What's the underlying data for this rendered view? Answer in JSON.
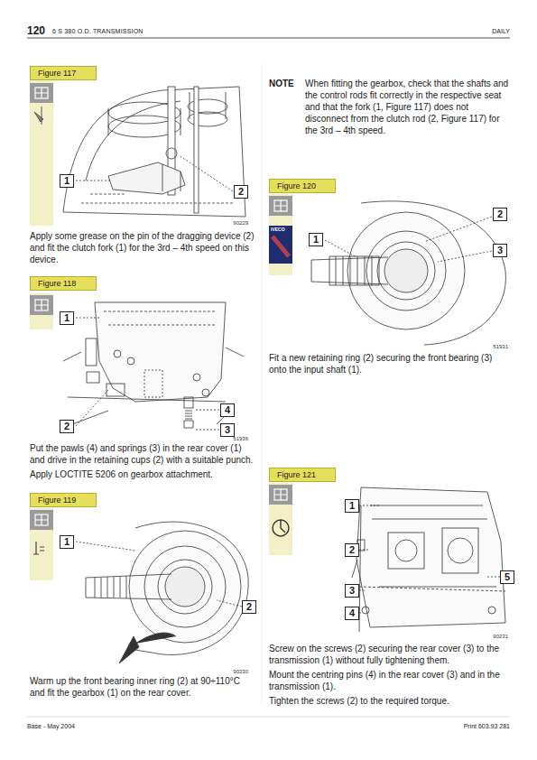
{
  "diagram": {
    "nodes": [
      {
        "text": [
          "Figure 117"
        ]
      },
      {
        "text": [
          "Figure 118"
        ]
      },
      {
        "text": [
          "Figure 119"
        ]
      },
      {
        "text": [
          "Figure 120"
        ]
      },
      {
        "text": [
          "Figure 121"
        ]
      }
    ],
    "labels": [
      "120",
      "6 S 380 O.D. TRANSMISSION",
      "DAILY",
      "1",
      "2",
      "90229",
      "Apply some grease on the pin of the dragging device (2) and fit the clutch fork (1) for the 3rd – 4th speed on this device.",
      "1",
      "2",
      "3",
      "4",
      "51936",
      "Put the pawls (4) and springs (3) in the rear cover (1) and drive in the retaining cups (2) with a suitable punch.",
      "Apply LOCTITE 5206 on gearbox attachment.",
      "1",
      "2",
      "90230",
      "Warm up the front bearing inner ring (2) at 90÷110°C and fit the gearbox (1) on the rear cover.",
      "NOTE",
      "When fitting the gearbox, check that the shafts and the control rods fit correctly in the respective seat and that the fork (1, Figure 117) does not disconnect from the clutch rod (2, Figure 117) for the 3rd – 4th speed.",
      "IVECO",
      "2",
      "1",
      "3",
      "51931",
      "Fit a new retaining ring (2) securing the front bearing (3) onto the input shaft (1).",
      "1",
      "2",
      "5",
      "3",
      "4",
      "90231",
      "Screw on the screws (2) securing the rear cover (3) to the transmission (1) without fully tightening them.",
      "Mount the centring pins (4) in the rear cover (3) and in the transmission (1).",
      "Tighten the screws (2) to the required torque.",
      "Base - May 2004",
      "Print 603.93 281"
    ]
  }
}
